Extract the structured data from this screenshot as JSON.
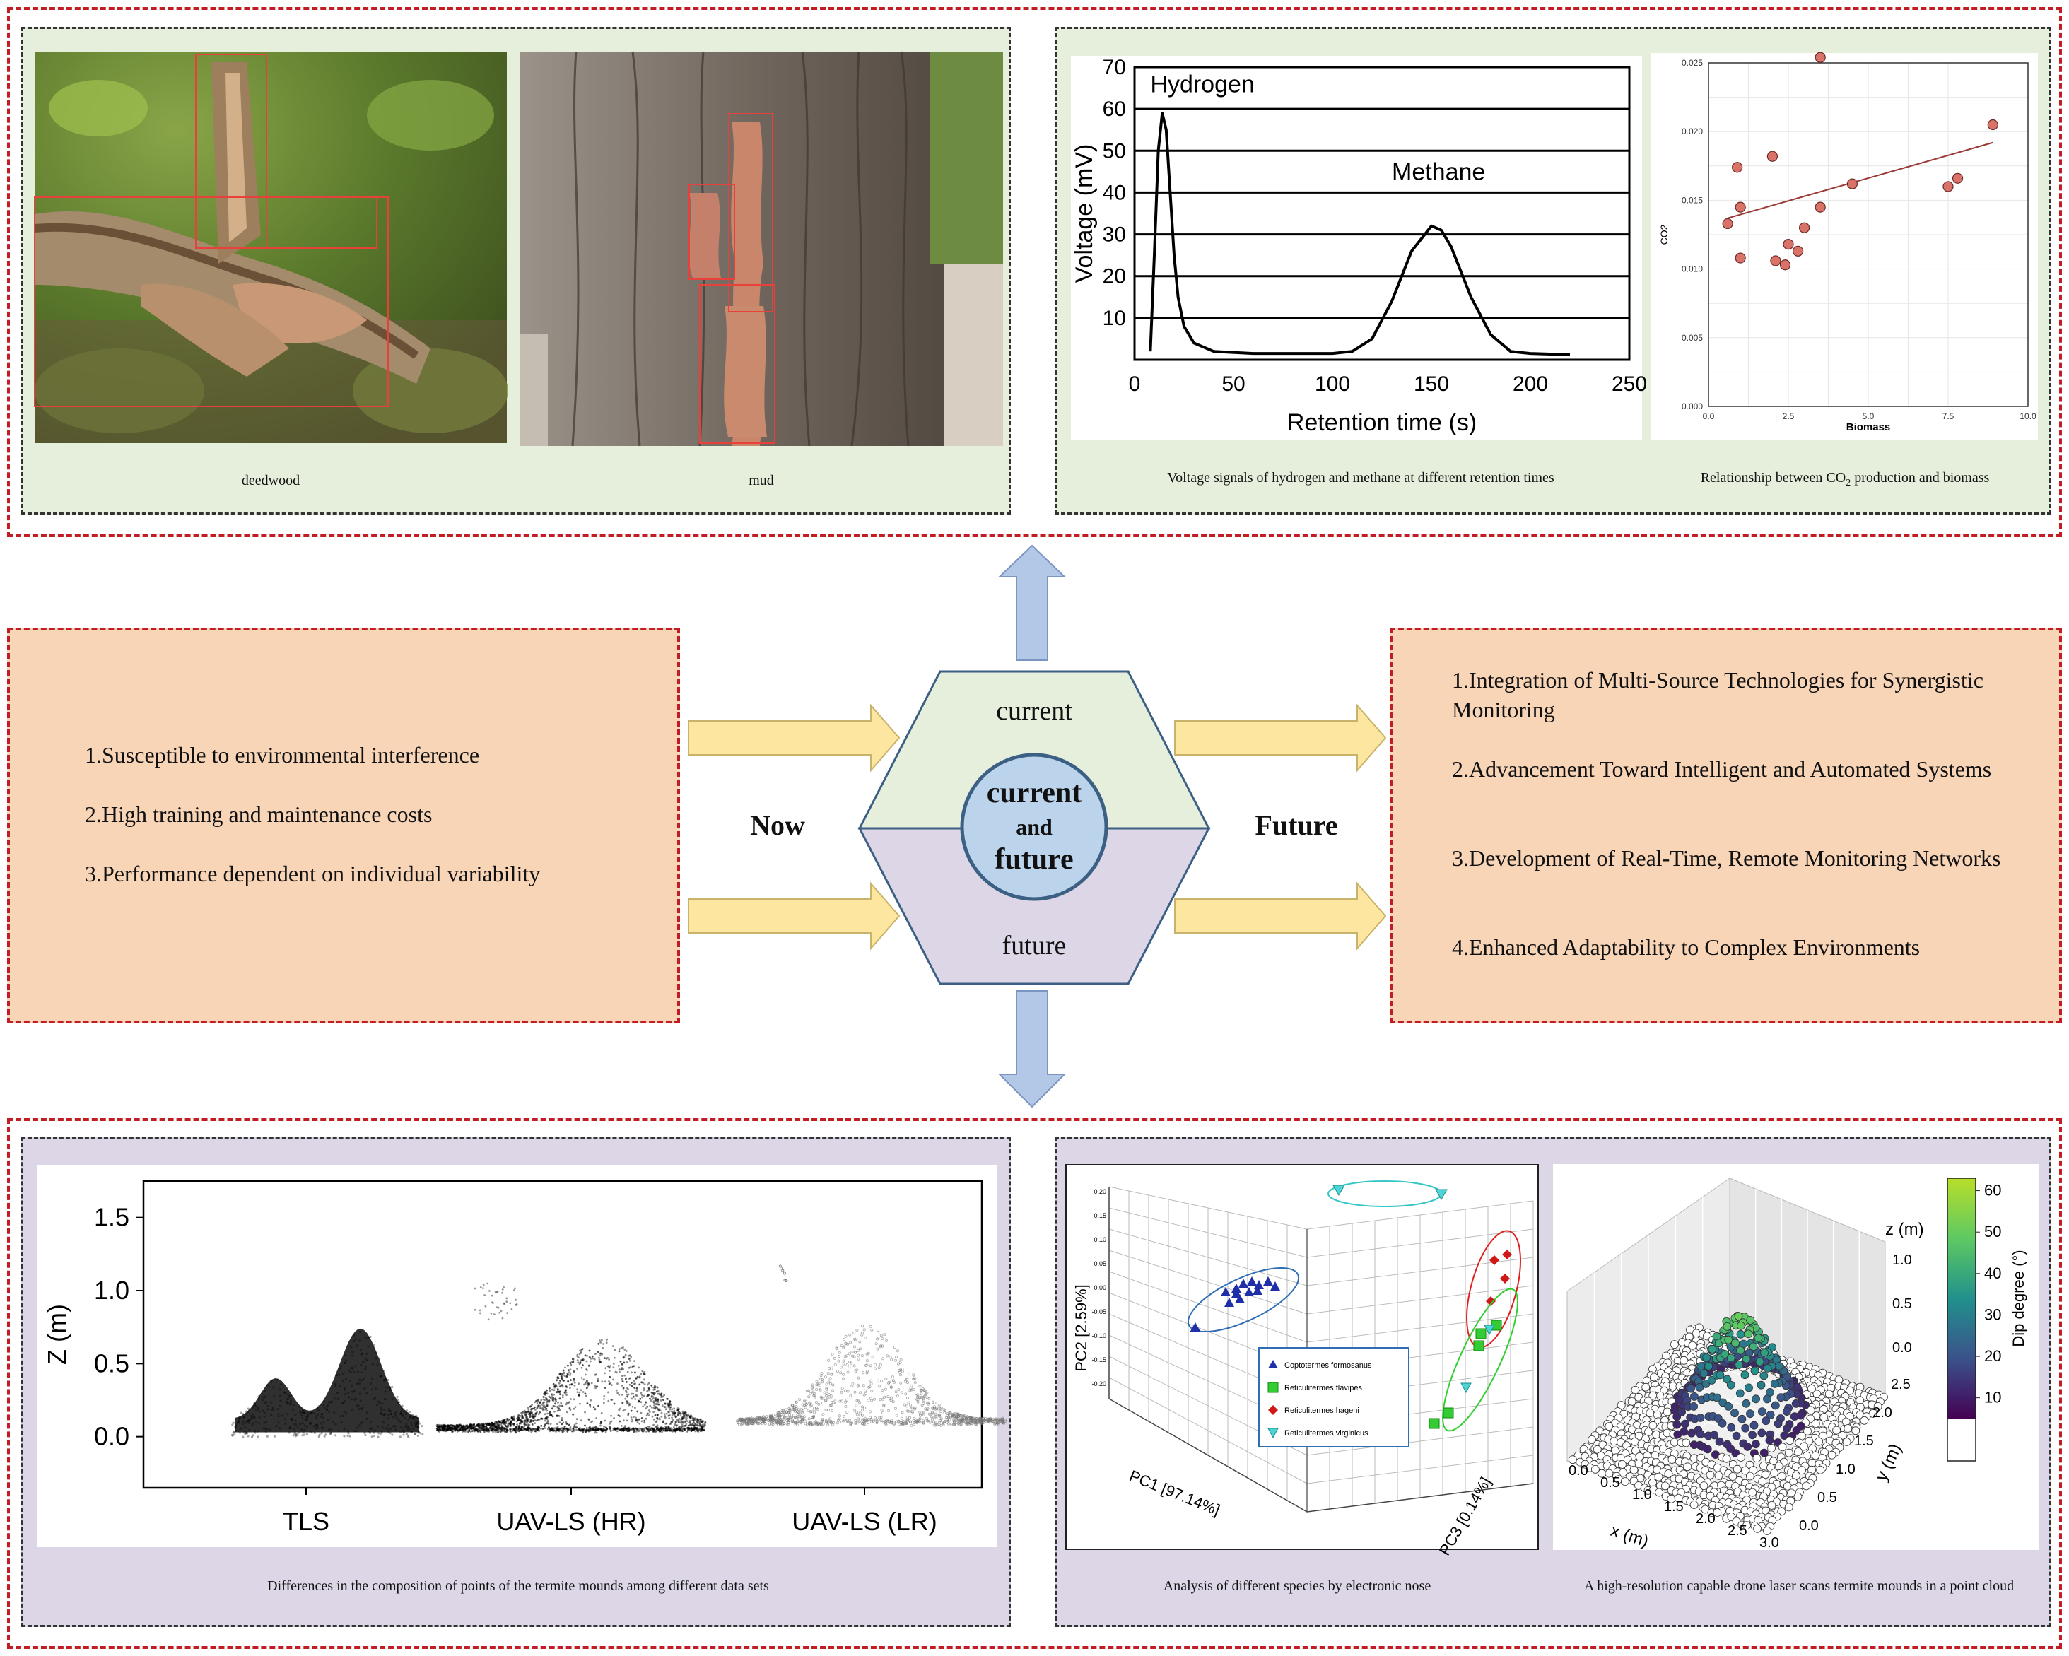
{
  "top": {
    "photo1_caption": "deedwood",
    "photo2_caption": "mud",
    "chart1_caption": "Voltage signals of hydrogen and methane at different retention times",
    "chart2_caption_pre": "Relationship between CO",
    "chart2_caption_sub": "2",
    "chart2_caption_post": " production and biomass"
  },
  "center": {
    "current_label": "current",
    "future_label": "future",
    "circle_line1": "current",
    "circle_line2": "and",
    "circle_line3": "future",
    "now_label": "Now",
    "future_side_label": "Future"
  },
  "left_list": [
    "1.Susceptible to environmental interference",
    "2.High training and maintenance costs",
    "3.Performance dependent on individual variability"
  ],
  "right_list": [
    "1.Integration of Multi-Source Technologies for Synergistic Monitoring",
    "2.Advancement Toward Intelligent and Automated Systems",
    "3.Development of Real-Time, Remote Monitoring Networks",
    "4.Enhanced Adaptability to Complex Environments"
  ],
  "bottom": {
    "chart3_caption": "Differences in the composition of points of the termite mounds among different data sets",
    "chart4_caption": "Analysis of different species by electronic nose",
    "chart5_caption": "A high-resolution capable drone laser scans termite mounds in a point cloud"
  },
  "colors": {
    "red_dash": "#c21d24",
    "peach": "#f9d5b8",
    "green_panel": "#e6eedc",
    "purple_panel": "#dcd6e6",
    "hex_top": "#e6eedc",
    "hex_bottom": "#dcd6e6",
    "circle": "#bcd3ec",
    "arrow_yellow": "#fde7a0",
    "arrow_blue": "#b3c7e6"
  },
  "chart_data": [
    {
      "type": "line",
      "xlabel": "Retention time (s)",
      "ylabel": "Voltage (mV)",
      "xlim": [
        0,
        250
      ],
      "ylim": [
        0,
        70
      ],
      "xticks": [
        0,
        50,
        100,
        150,
        200,
        250
      ],
      "yticks": [
        10,
        20,
        30,
        40,
        50,
        60,
        70
      ],
      "annotations": [
        "Hydrogen",
        "Methane"
      ],
      "series": [
        {
          "x": [
            8,
            10,
            12,
            14,
            16,
            18,
            20,
            22,
            25,
            30,
            40,
            60,
            80,
            100,
            110,
            120,
            130,
            140,
            150,
            155,
            160,
            170,
            180,
            190,
            200,
            220
          ],
          "y": [
            2,
            25,
            50,
            59,
            55,
            40,
            25,
            15,
            8,
            4,
            2,
            1.5,
            1.5,
            1.5,
            2,
            5,
            14,
            26,
            32,
            31,
            27,
            15,
            6,
            2,
            1.5,
            1.2
          ]
        }
      ]
    },
    {
      "type": "scatter",
      "xlabel": "Biomass",
      "ylabel": "CO2",
      "xlim": [
        0,
        10
      ],
      "ylim": [
        0,
        0.025
      ],
      "xticks": [
        0.0,
        2.5,
        5.0,
        7.5,
        10.0
      ],
      "yticks": [
        0.0,
        0.005,
        0.01,
        0.015,
        0.02,
        0.025
      ],
      "points": [
        {
          "x": 0.6,
          "y": 0.0133
        },
        {
          "x": 0.9,
          "y": 0.0174
        },
        {
          "x": 1.0,
          "y": 0.0145
        },
        {
          "x": 1.0,
          "y": 0.0108
        },
        {
          "x": 2.0,
          "y": 0.0182
        },
        {
          "x": 2.1,
          "y": 0.0106
        },
        {
          "x": 2.4,
          "y": 0.0103
        },
        {
          "x": 2.5,
          "y": 0.0118
        },
        {
          "x": 2.8,
          "y": 0.0113
        },
        {
          "x": 3.0,
          "y": 0.013
        },
        {
          "x": 3.5,
          "y": 0.0145
        },
        {
          "x": 3.5,
          "y": 0.0254
        },
        {
          "x": 4.5,
          "y": 0.0162
        },
        {
          "x": 7.5,
          "y": 0.016
        },
        {
          "x": 7.8,
          "y": 0.0166
        },
        {
          "x": 8.9,
          "y": 0.0205
        }
      ],
      "trend": [
        [
          0.6,
          0.0137
        ],
        [
          8.9,
          0.0192
        ]
      ]
    },
    {
      "type": "scatter",
      "ylabel": "Z (m)",
      "categories": [
        "TLS",
        "UAV-LS (HR)",
        "UAV-LS (LR)"
      ],
      "yticks": [
        0.0,
        0.5,
        1.0,
        1.5
      ]
    },
    {
      "type": "scatter",
      "xlabel": "PC1  [97.14%]",
      "ylabel": "PC2  [2.59%]",
      "zlabel": "PC3  [0.14%]",
      "series": [
        {
          "name": "Coptotermes formosanus"
        },
        {
          "name": "Reticulitermes flavipes"
        },
        {
          "name": "Reticulitermes hageni"
        },
        {
          "name": "Reticulitermes virginicus"
        }
      ]
    },
    {
      "type": "scatter",
      "xlabel": "x (m)",
      "ylabel": "y (m)",
      "zlabel": "z (m)",
      "colorbar_label": "Dip degree (°)",
      "colorbar_ticks": [
        10,
        20,
        30,
        40,
        50,
        60
      ],
      "xticks": [
        0.0,
        0.5,
        1.0,
        1.5,
        2.0,
        2.5,
        3.0
      ],
      "yticks": [
        0.0,
        0.5,
        1.0,
        1.5,
        2.0,
        2.5
      ],
      "zticks": [
        0.0,
        0.5,
        1.0
      ]
    }
  ]
}
